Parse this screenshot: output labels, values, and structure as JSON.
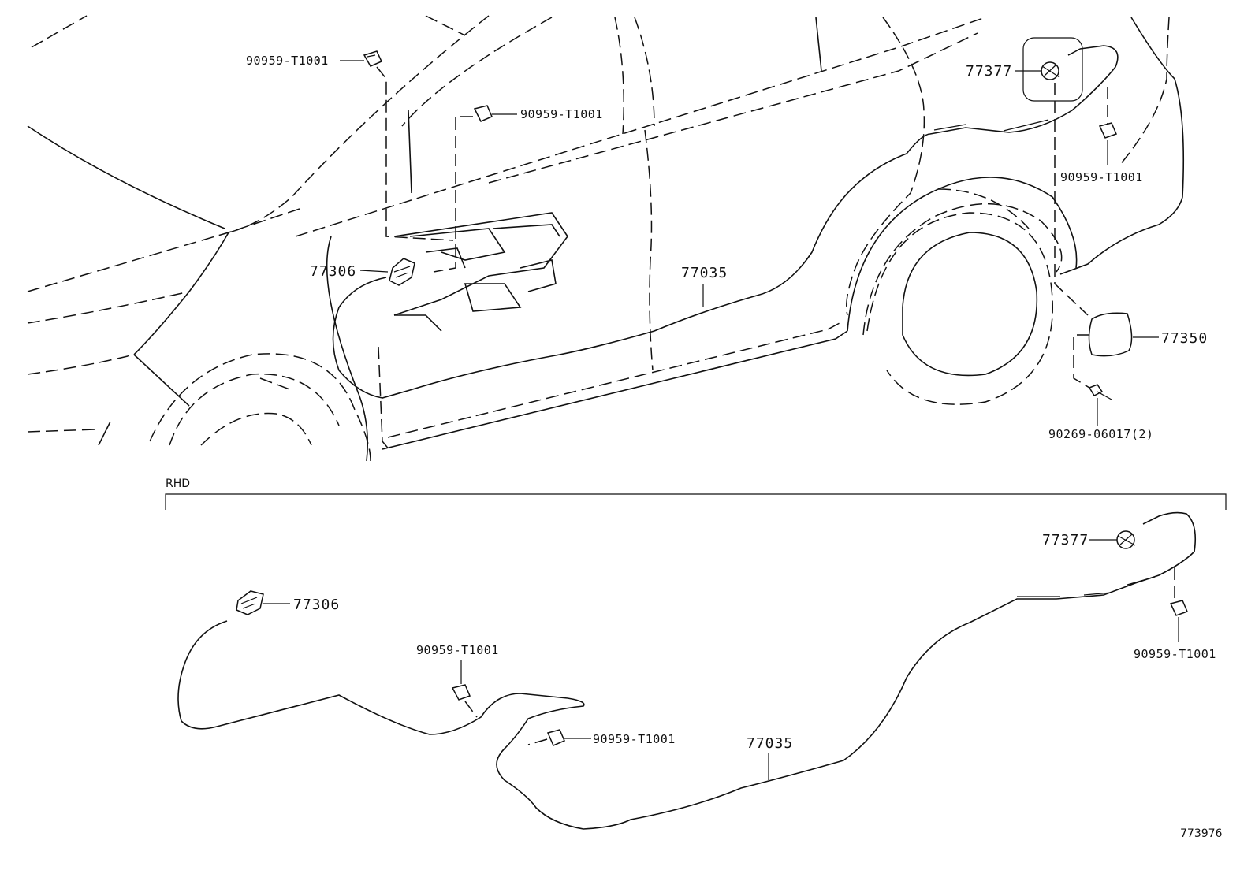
{
  "labels": {
    "top_clip_1": "90959-T1001",
    "top_clip_2": "90959-T1001",
    "top_clip_3": "90959-T1001",
    "top_opener": "77377",
    "top_lever": "77306",
    "top_cable": "77035",
    "top_lid": "77350",
    "top_screw": "90269-06017(2)",
    "section_rhd": "RHD",
    "bot_opener": "77377",
    "bot_lever": "77306",
    "bot_clip_1": "90959-T1001",
    "bot_clip_2": "90959-T1001",
    "bot_clip_3": "90959-T1001",
    "bot_cable": "77035",
    "diagram_id": "773976"
  }
}
